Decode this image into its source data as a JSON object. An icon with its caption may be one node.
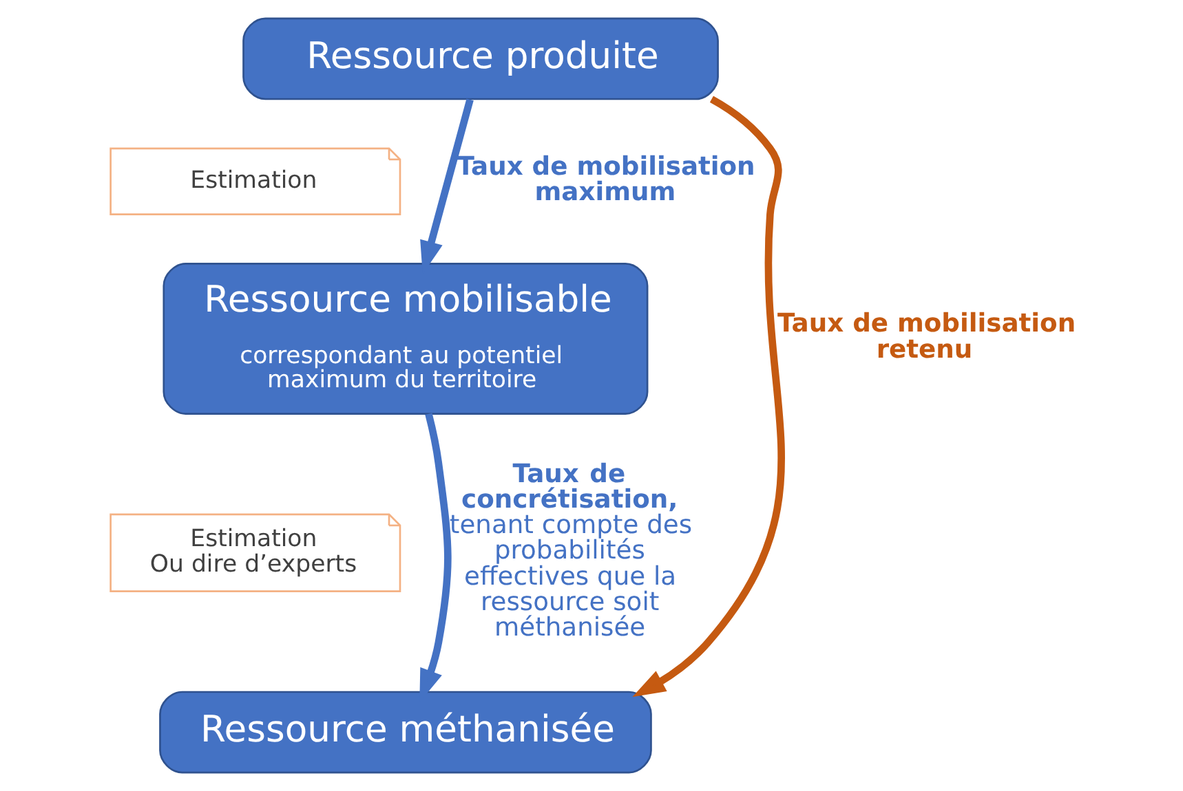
{
  "diagram": {
    "nodes": [
      {
        "text": [
          "Ressource produite"
        ]
      },
      {
        "text": [
          "Estimation"
        ]
      },
      {
        "text": [
          "Ressource mobilisable",
          "correspondant au potentiel maximum du territoire"
        ]
      },
      {
        "text": [
          "Estimation",
          "Ou dire d’experts"
        ]
      },
      {
        "text": [
          "Ressource méthanisée"
        ]
      }
    ],
    "edges": [
      {
        "from": 0,
        "to": 2,
        "arrow": "to",
        "label": "Taux de mobilisation maximum"
      },
      {
        "from": 2,
        "to": 4,
        "arrow": "to",
        "label": "**Taux de concrétisation,** tenant compte des probabilités effectives que la ressource soit méthanisée"
      },
      {
        "from": 0,
        "to": 4,
        "arrow": "to",
        "label": "Taux de mobilisation retenu",
        "color": "#c55a11"
      }
    ]
  }
}
